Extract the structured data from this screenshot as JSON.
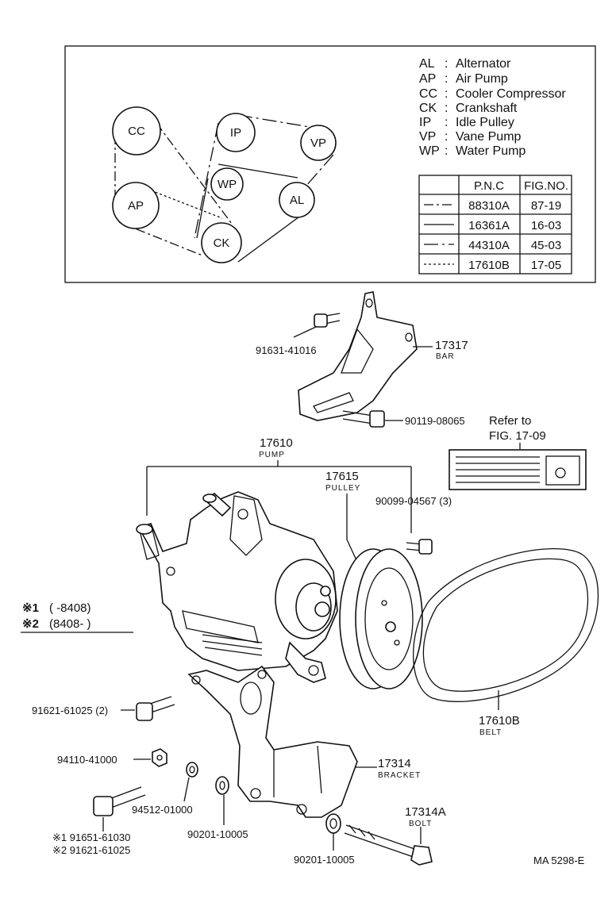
{
  "legend": {
    "entries": [
      {
        "abbr": "AL",
        "sep": ":",
        "name": "Alternator"
      },
      {
        "abbr": "AP",
        "sep": ":",
        "name": "Air Pump"
      },
      {
        "abbr": "CC",
        "sep": ":",
        "name": "Cooler Compressor"
      },
      {
        "abbr": "CK",
        "sep": ":",
        "name": "Crankshaft"
      },
      {
        "abbr": "IP",
        "sep": ":",
        "name": "Idle Pulley"
      },
      {
        "abbr": "VP",
        "sep": ":",
        "name": "Vane Pump"
      },
      {
        "abbr": "WP",
        "sep": ":",
        "name": "Water Pump"
      }
    ]
  },
  "pulleys": {
    "cc": "CC",
    "ap": "AP",
    "ip": "IP",
    "vp": "VP",
    "wp": "WP",
    "al": "AL",
    "ck": "CK"
  },
  "belt_table": {
    "headers": [
      "P.N.C",
      "FIG.NO."
    ],
    "rows": [
      {
        "line_style": "dash-dot",
        "pnc": "88310A",
        "fig": "87-19"
      },
      {
        "line_style": "solid",
        "pnc": "16361A",
        "fig": "16-03"
      },
      {
        "line_style": "long-dash-dot",
        "pnc": "44310A",
        "fig": "45-03"
      },
      {
        "line_style": "dotted",
        "pnc": "17610B",
        "fig": "17-05"
      }
    ]
  },
  "parts": {
    "bar_bolt": "91631-41016",
    "bar_num": "17317",
    "bar_name": "BAR",
    "bar_lower_bolt": "90119-08065",
    "refer_line1": "Refer to",
    "refer_line2": "FIG. 17-09",
    "pump_num": "17610",
    "pump_name": "PUMP",
    "pulley_num": "17615",
    "pulley_name": "PULLEY",
    "pulley_bolt": "90099-04567 (3)",
    "belt_num": "17610B",
    "belt_name": "BELT",
    "bracket_bolt": "91621-61025 (2)",
    "nut": "94110-41000",
    "washer_small": "94512-01000",
    "washer_a": "90201-10005",
    "bracket_num": "17314",
    "bracket_name": "BRACKET",
    "bolt_num": "17314A",
    "bolt_name": "BOLT",
    "washer_b": "90201-10005",
    "alt_bolt_1": "※1 91651-61030",
    "alt_bolt_2": "※2 91621-61025"
  },
  "notes": {
    "note1_mark": "※1",
    "note1_text": "(        -8408)",
    "note2_mark": "※2",
    "note2_text": "(8408-          )"
  },
  "footer": {
    "code": "MA  5298-E"
  }
}
